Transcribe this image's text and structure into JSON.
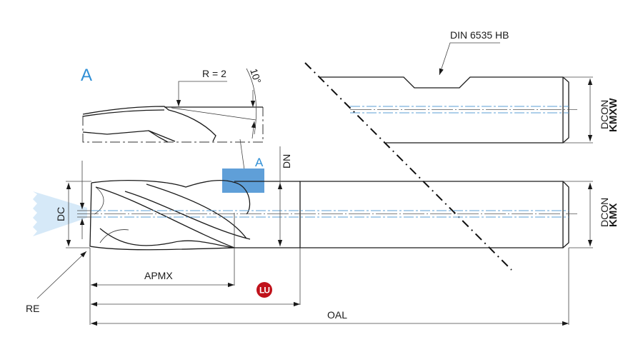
{
  "drawing": {
    "title": "End mill dimension drawing",
    "detail_view": {
      "label": "A",
      "radius_note": "R = 2",
      "angle_note": "10°"
    },
    "shank_variant": {
      "standard_note": "DIN 6535 HB",
      "dimension_label": "DCON",
      "type_label": "KMXW"
    },
    "main_tool": {
      "detail_marker": "A",
      "dn_label": "DN",
      "dc_label": "DC",
      "re_label": "RE",
      "apmx_label": "APMX",
      "oal_label": "OAL",
      "dcon_label": "DCON",
      "type_label": "KMX",
      "lu_badge": "LU"
    },
    "colors": {
      "accent_blue": "#2f8fd6",
      "highlight_box": "#5f9fd8",
      "coolant_fan": "#d6e9f8",
      "lu_badge": "#c0121b"
    }
  }
}
